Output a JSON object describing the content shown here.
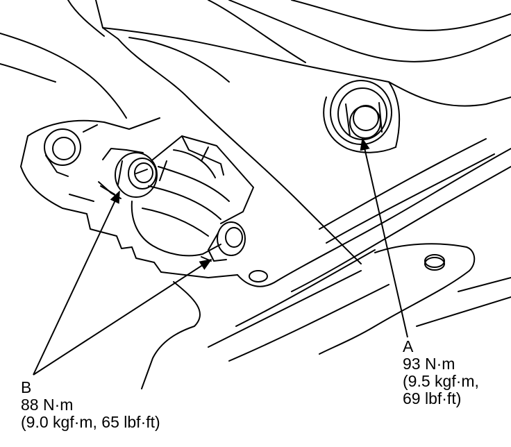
{
  "callouts": {
    "a": {
      "letter": "A",
      "torque_nm": "93 N·m",
      "torque_kgf_line1": "(9.5 kgf·m,",
      "torque_lbf_line2": "69 lbf·ft)"
    },
    "b": {
      "letter": "B",
      "torque_nm": "88 N·m",
      "torque_alt": "(9.0 kgf·m, 65 lbf·ft)"
    }
  },
  "colors": {
    "line": "#000000",
    "background": "#ffffff"
  }
}
